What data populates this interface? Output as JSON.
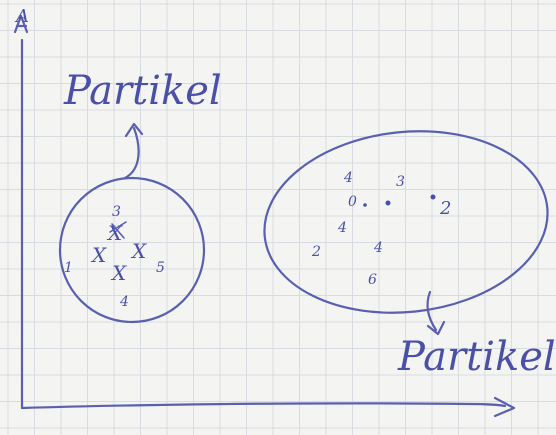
{
  "axis": {
    "y_label": "A"
  },
  "left_cluster": {
    "annotation": "Partikel",
    "marker": "X",
    "points": [
      {
        "label": "3"
      },
      {
        "label": "1"
      },
      {
        "label": "5"
      },
      {
        "label": "4"
      }
    ]
  },
  "right_cluster": {
    "annotation": "Partikel",
    "points": [
      {
        "label": "4"
      },
      {
        "label": "3"
      },
      {
        "label": "2"
      },
      {
        "label": "0"
      },
      {
        "label": "2"
      },
      {
        "label": "4"
      },
      {
        "label": "4"
      },
      {
        "label": "6"
      }
    ]
  },
  "colors": {
    "paper": "#f4f4f2",
    "grid": "#d8dbe0",
    "ink": "#5a5fb0"
  }
}
